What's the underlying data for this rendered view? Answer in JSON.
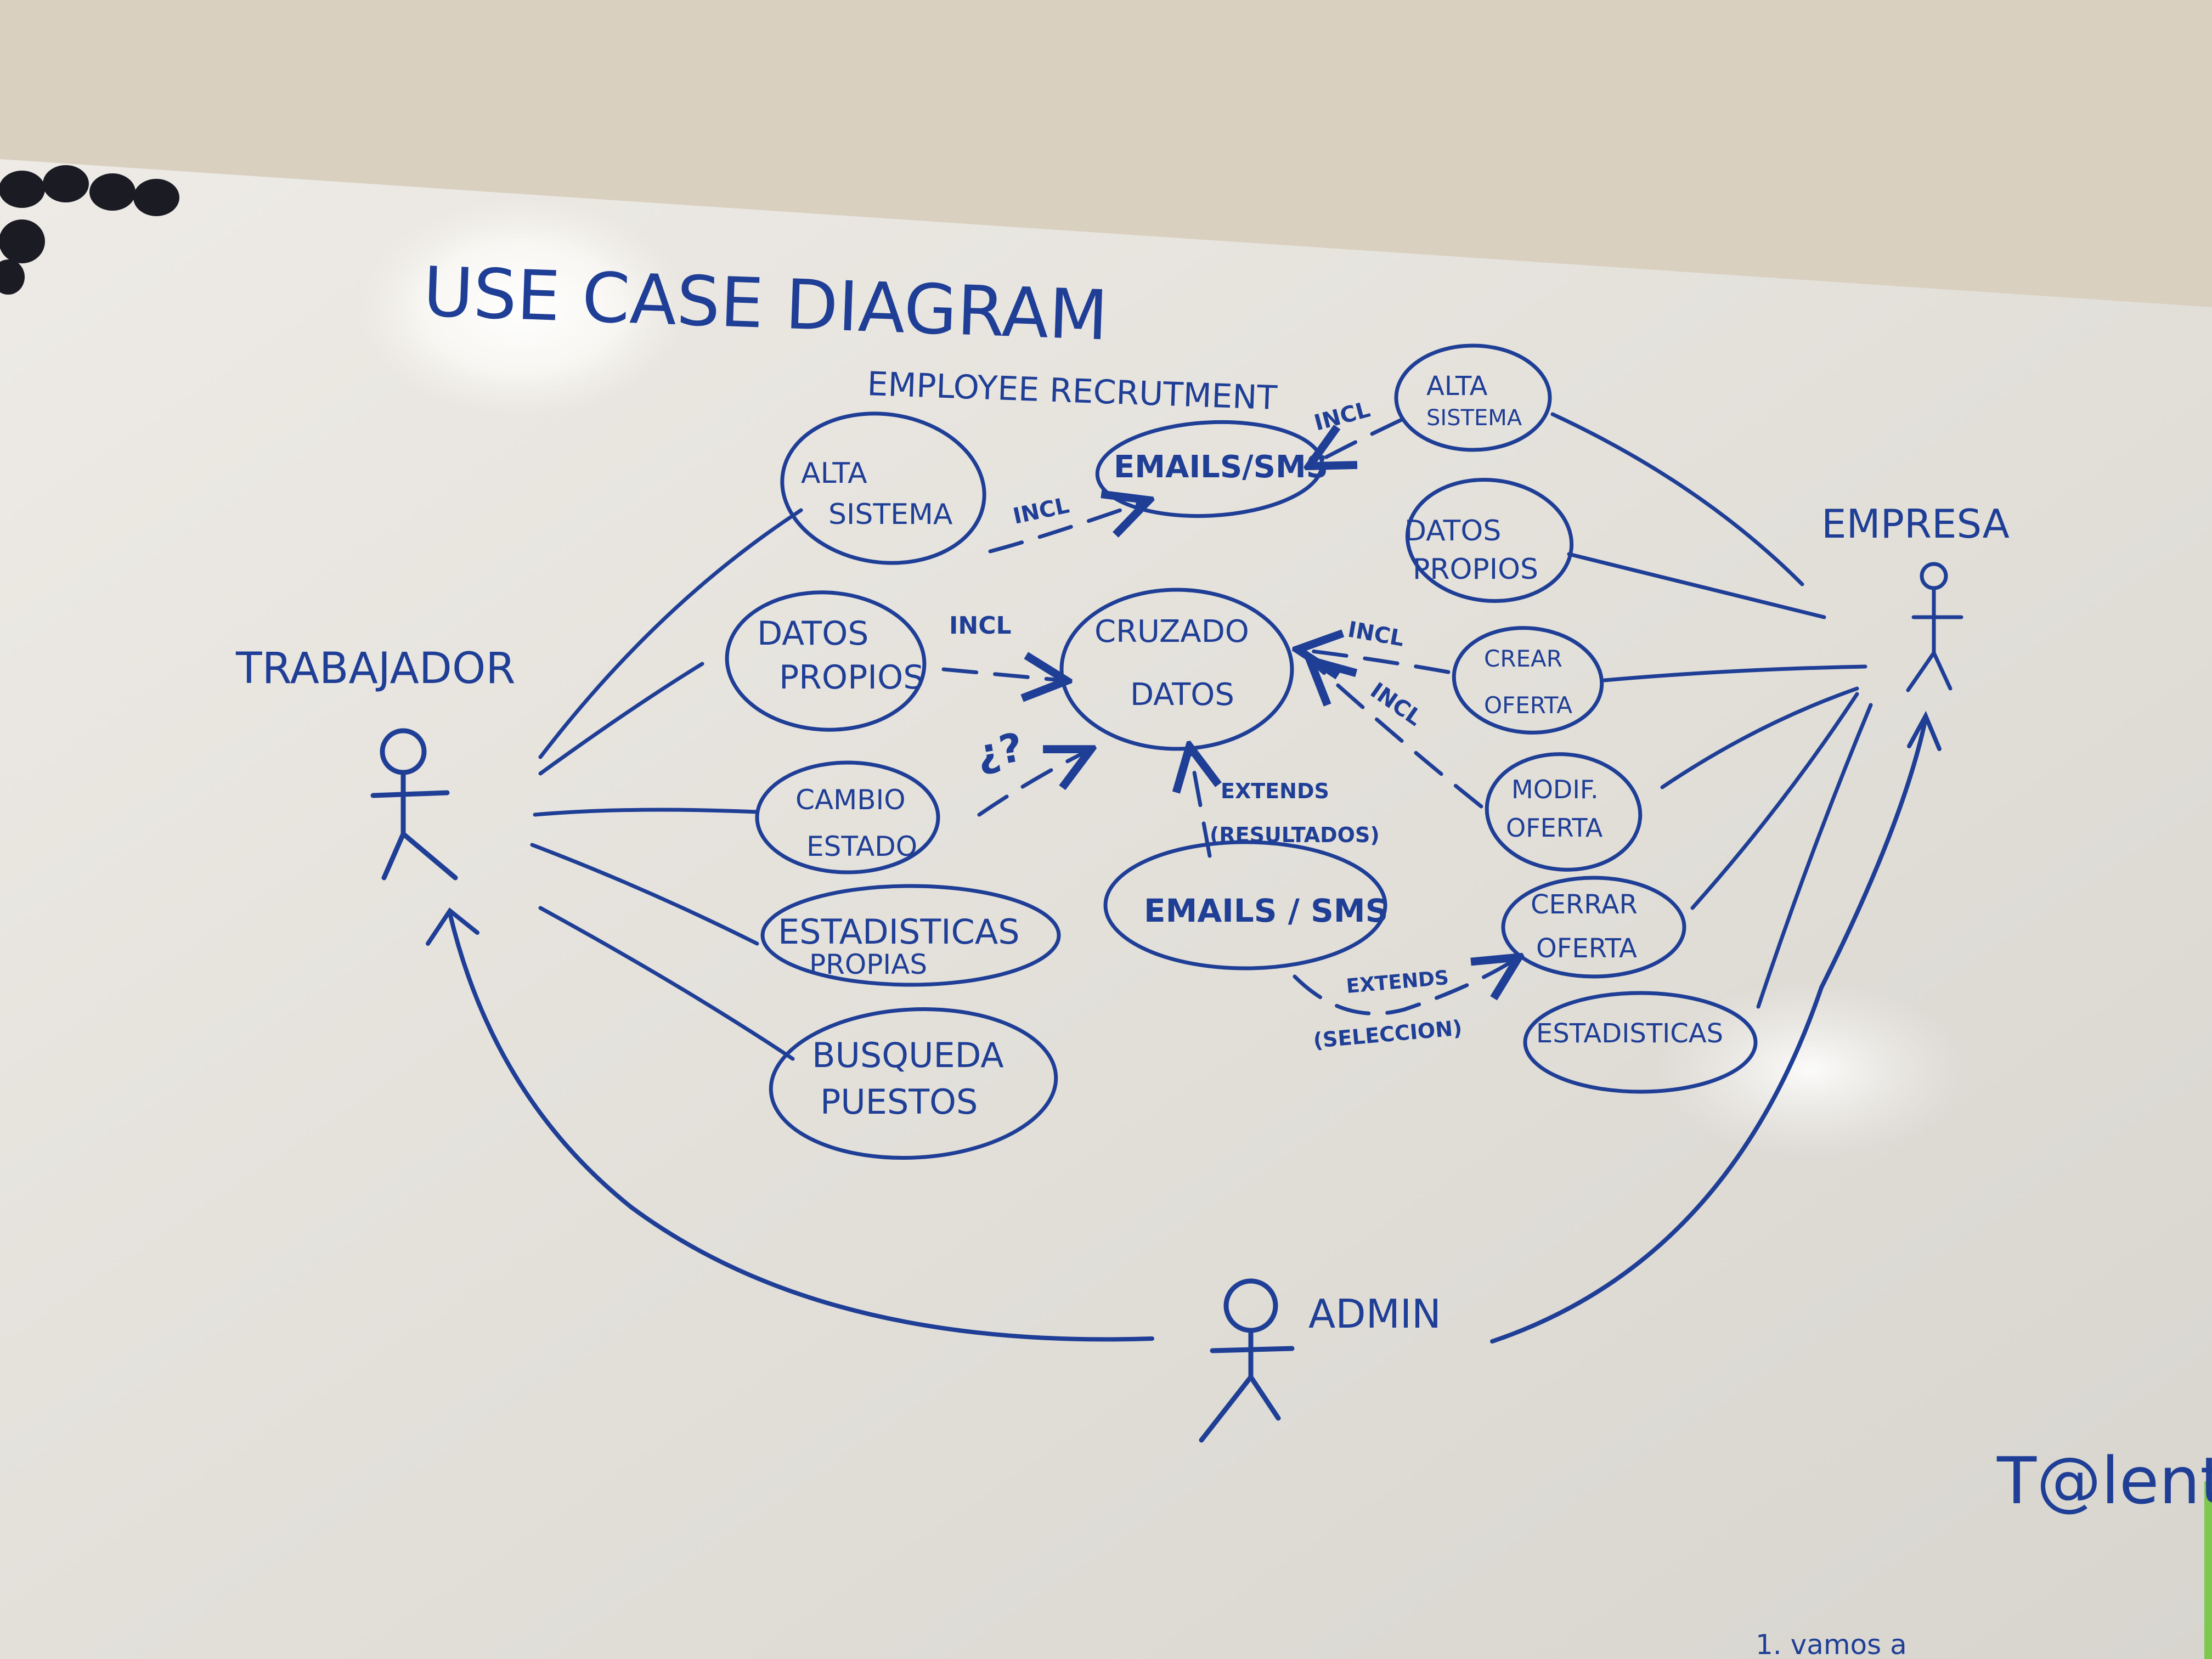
{
  "title": "USE CASE DIAGRAM",
  "subtitle": "EMPLOYEE RECRUTMENT",
  "actors": {
    "trabajador": "TRABAJADOR",
    "empresa": "EMPRESA",
    "admin": "ADMIN"
  },
  "use_cases": {
    "alta_sistema_left_line1": "ALTA",
    "alta_sistema_left_line2": "SISTEMA",
    "emails_sms_top": "EMAILS/SMS",
    "alta_sistema_right_line1": "ALTA",
    "alta_sistema_right_line2": "SISTEMA",
    "datos_propios_right_line1": "DATOS",
    "datos_propios_right_line2": "PROPIOS",
    "datos_propios_left_line1": "DATOS",
    "datos_propios_left_line2": "PROPIOS",
    "cruzado_datos_line1": "CRUZADO",
    "cruzado_datos_line2": "DATOS",
    "crear_oferta_line1": "CREAR",
    "crear_oferta_line2": "OFERTA",
    "cambio_estado_line1": "CAMBIO",
    "cambio_estado_line2": "ESTADO",
    "modif_oferta_line1": "MODIF.",
    "modif_oferta_line2": "OFERTA",
    "emails_sms_bottom": "EMAILS / SMS",
    "cerrar_oferta_line1": "CERRAR",
    "cerrar_oferta_line2": "OFERTA",
    "estadisticas_propias_line1": "ESTADISTICAS",
    "estadisticas_propias_line2": "PROPIAS",
    "estadisticas": "ESTADISTICAS",
    "busqueda_puestos_line1": "BUSQUEDA",
    "busqueda_puestos_line2": "PUESTOS"
  },
  "relations": {
    "incl_1": "INCL",
    "incl_2": "INCL",
    "incl_3": "INCL",
    "incl_4": "INCL",
    "incl_5": "INCL",
    "question": "¿?",
    "extends_resultados_1": "EXTENDS",
    "extends_resultados_2": "(RESULTADOS)",
    "extends_seleccion_1": "EXTENDS",
    "extends_seleccion_2": "(SELECCION)"
  },
  "corner_text": "T@lent",
  "bottom_text": "1. vamos a",
  "colors": {
    "ink": "#1f3e96",
    "board": "#e4e1dc",
    "wall": "#d9d0c0"
  }
}
